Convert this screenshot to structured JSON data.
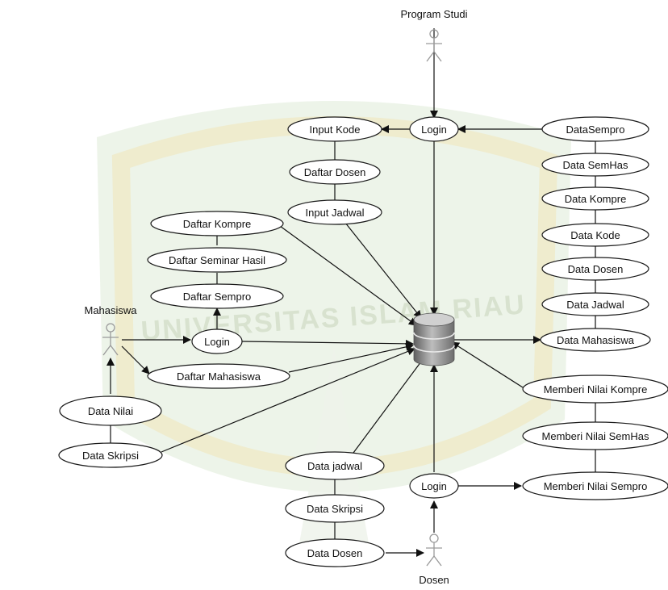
{
  "actors": {
    "program_studi": "Program Studi",
    "mahasiswa": "Mahasiswa",
    "dosen": "Dosen"
  },
  "watermark": "UNIVERSITAS ISLAM RIAU",
  "nodes": {
    "input_kode": "Input Kode",
    "daftar_dosen": "Daftar Dosen",
    "input_jadwal": "Input Jadwal",
    "login_prodi": "Login",
    "data_sempro": "DataSempro",
    "data_semhas": "Data SemHas",
    "data_kompre": "Data Kompre",
    "data_kode": "Data Kode",
    "data_dosen_admin": "Data Dosen",
    "data_jadwal_admin": "Data Jadwal",
    "data_mahasiswa": "Data Mahasiswa",
    "daftar_kompre": "Daftar Kompre",
    "daftar_seminar_hasil": "Daftar Seminar Hasil",
    "daftar_sempro": "Daftar Sempro",
    "login_mahasiswa": "Login",
    "daftar_mahasiswa": "Daftar Mahasiswa",
    "data_nilai": "Data Nilai",
    "data_skripsi_mhs": "Data Skripsi",
    "memberi_nilai_kompre": "Memberi Nilai Kompre",
    "memberi_nilai_semhas": "Memberi Nilai SemHas",
    "memberi_nilai_sempro": "Memberi Nilai Sempro",
    "login_dosen": "Login",
    "data_jadwal_dosen": "Data jadwal",
    "data_skripsi_dosen": "Data Skripsi",
    "data_dosen_dosen": "Data Dosen"
  },
  "colors": {
    "watermark_green": "#d6e4cc",
    "watermark_yellow": "#f4ecc4",
    "database_grey": "#7f7f7f"
  }
}
